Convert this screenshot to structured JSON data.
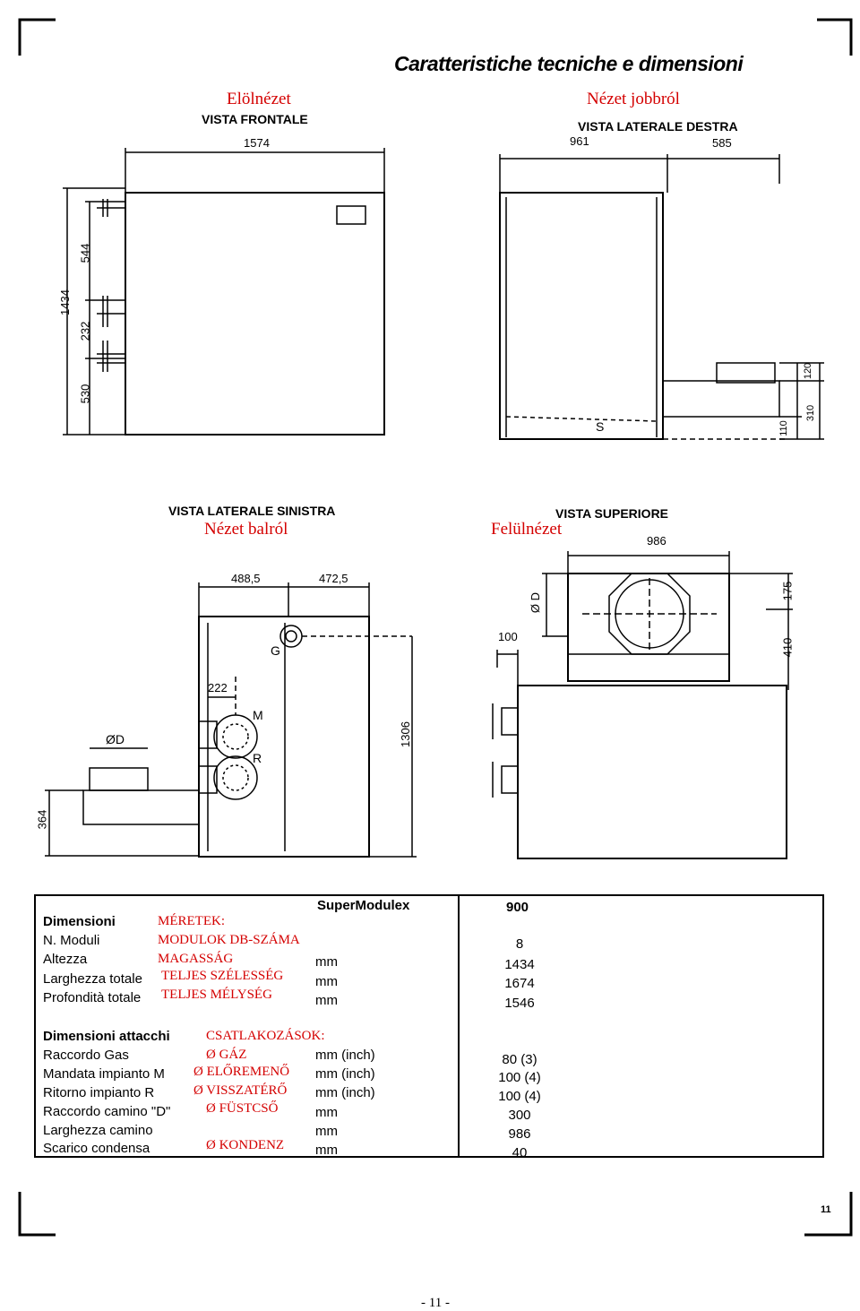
{
  "header": {
    "title": "Caratteristiche tecniche e dimensioni"
  },
  "views": {
    "front": {
      "label_hu": "Elölnézet",
      "label_it": "VISTA FRONTALE",
      "width": "1574",
      "heights": {
        "total": "1434",
        "upper": "544",
        "mid": "232",
        "lower": "530"
      }
    },
    "right": {
      "label_hu": "Nézet jobbról",
      "label_it": "VISTA LATERALE DESTRA",
      "d1": "961",
      "d2": "585",
      "h1": "120",
      "h2": "310",
      "h3": "110",
      "s_label": "S"
    },
    "left": {
      "label_it": "VISTA LATERALE SINISTRA",
      "label_hu": "Nézet balról",
      "d1": "488,5",
      "d2": "472,5",
      "d3": "222",
      "h1": "1306",
      "h2": "364",
      "g": "G",
      "m": "M",
      "r": "R",
      "od": "ØD"
    },
    "top": {
      "label_it": "VISTA SUPERIORE",
      "label_hu": "Felülnézet",
      "w": "986",
      "od": "Ø D",
      "d100": "100",
      "h175": "175",
      "h410": "410"
    }
  },
  "table": {
    "model": "SuperModulex",
    "model_value": "900",
    "rows1": [
      {
        "it": "Dimensioni",
        "hu": "MÉRETEK:",
        "unit": "",
        "value": ""
      },
      {
        "it": "N. Moduli",
        "hu": "MODULOK DB-SZÁMA",
        "unit": "",
        "value": "8"
      },
      {
        "it": "Altezza",
        "hu": "MAGASSÁG",
        "unit": "mm",
        "value": "1434"
      },
      {
        "it": "Larghezza totale",
        "hu": "TELJES SZÉLESSÉG",
        "unit": "mm",
        "value": "1674"
      },
      {
        "it": "Profondità totale",
        "hu": "TELJES MÉLYSÉG",
        "unit": "mm",
        "value": "1546"
      }
    ],
    "rows2": [
      {
        "it": "Dimensioni attacchi",
        "hu": "CSATLAKOZÁSOK:",
        "unit": "",
        "value": ""
      },
      {
        "it": "Raccordo Gas",
        "hu": "Ø GÁZ",
        "unit": "mm (inch)",
        "value": "80 (3)"
      },
      {
        "it": "Mandata impianto M",
        "hu": "Ø ELŐREMENŐ",
        "unit": "mm (inch)",
        "value": "100 (4)"
      },
      {
        "it": "Ritorno impianto R",
        "hu": "Ø VISSZATÉRŐ",
        "unit": "mm (inch)",
        "value": "100 (4)"
      },
      {
        "it": "Raccordo camino \"D\"",
        "hu": "Ø FÜSTCSŐ",
        "unit": "mm",
        "value": "300"
      },
      {
        "it": "Larghezza camino",
        "hu": "",
        "unit": "mm",
        "value": "986"
      },
      {
        "it": "Scarico condensa",
        "hu": "Ø KONDENZ",
        "unit": "mm",
        "value": "40"
      }
    ]
  },
  "footer": {
    "small_page": "11",
    "page": "- 11 -"
  }
}
